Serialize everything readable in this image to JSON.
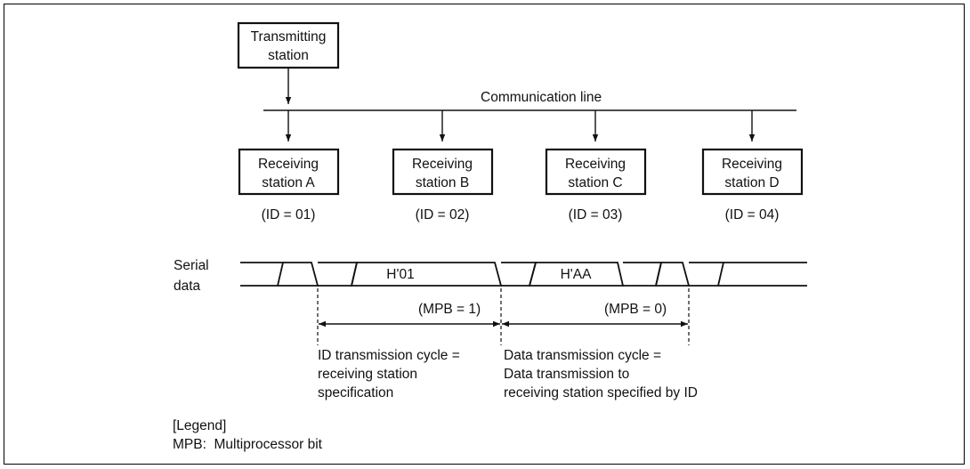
{
  "transmitter": {
    "line1": "Transmitting",
    "line2": "station"
  },
  "bus_label": "Communication line",
  "receivers": [
    {
      "line1": "Receiving",
      "line2": "station A",
      "id": "(ID = 01)"
    },
    {
      "line1": "Receiving",
      "line2": "station B",
      "id": "(ID = 02)"
    },
    {
      "line1": "Receiving",
      "line2": "station C",
      "id": "(ID = 03)"
    },
    {
      "line1": "Receiving",
      "line2": "station D",
      "id": "(ID = 04)"
    }
  ],
  "serial": {
    "label_line1": "Serial",
    "label_line2": "data",
    "frame1": "H'01",
    "frame2": "H'AA"
  },
  "cycles": [
    {
      "mpb": "(MPB = 1)",
      "desc": [
        "ID transmission cycle =",
        "receiving station",
        "specification"
      ]
    },
    {
      "mpb": "(MPB = 0)",
      "desc": [
        "Data transmission cycle =",
        "Data transmission to",
        "receiving station specified by ID"
      ]
    }
  ],
  "legend": {
    "title": "[Legend]",
    "entry": "MPB:  Multiprocessor bit"
  }
}
